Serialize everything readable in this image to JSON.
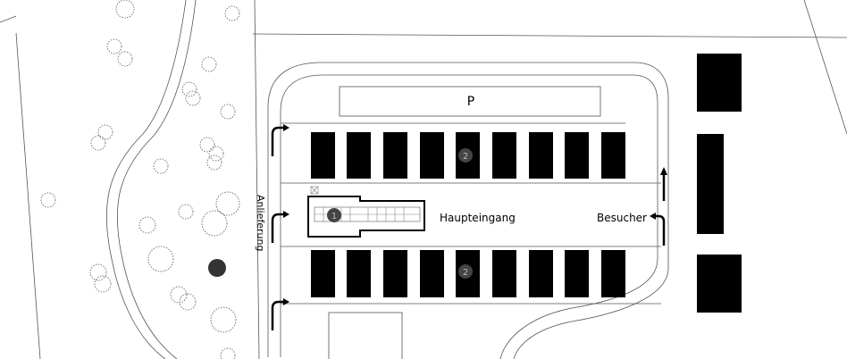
{
  "labels": {
    "parking": "P",
    "main_entrance": "Haupteingang",
    "visitors": "Besucher",
    "delivery": "Anlieferung",
    "marker_building": "1",
    "marker_stalls_top": "2",
    "marker_stalls_bottom": "2"
  },
  "colors": {
    "marker": "#444444",
    "blocks": "#000000"
  }
}
